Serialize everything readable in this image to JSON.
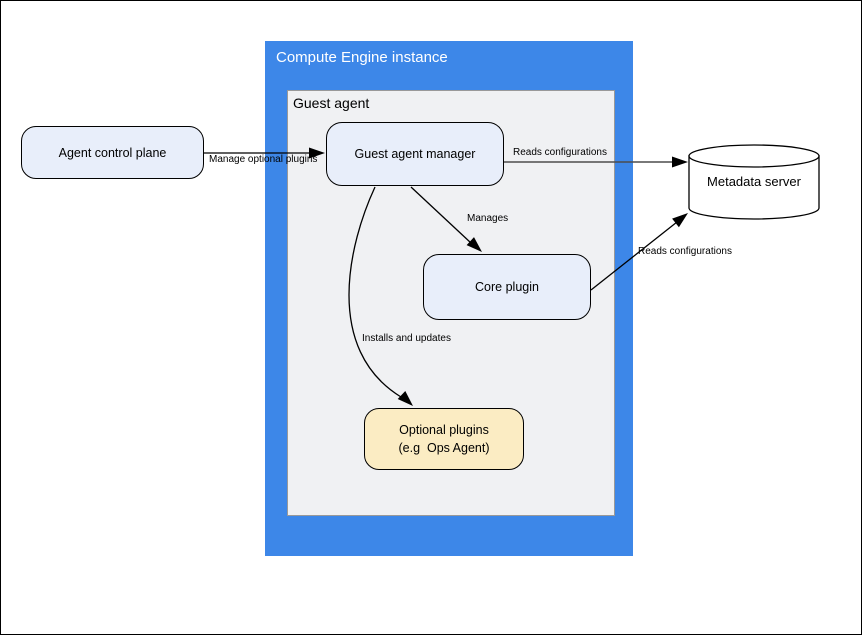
{
  "diagram": {
    "containers": {
      "compute_engine": {
        "label": "Compute Engine instance",
        "fill": "#3d87e8",
        "title_color": "#ffffff"
      },
      "guest_agent": {
        "label": "Guest agent",
        "fill": "#f0f1f3",
        "border": "#999999"
      }
    },
    "nodes": {
      "agent_control_plane": {
        "label": "Agent control plane",
        "fill": "#e8eefa",
        "border": "#000000",
        "shape": "rounded-rect"
      },
      "guest_agent_manager": {
        "label": "Guest agent manager",
        "fill": "#e8eefa",
        "border": "#000000",
        "shape": "rounded-rect"
      },
      "core_plugin": {
        "label": "Core plugin",
        "fill": "#e8eefa",
        "border": "#000000",
        "shape": "rounded-rect"
      },
      "optional_plugins": {
        "label_line1": "Optional plugins",
        "label_line2": "(e.g  Ops Agent)",
        "fill": "#fbecc3",
        "border": "#000000",
        "shape": "rounded-rect"
      },
      "metadata_server": {
        "label": "Metadata server",
        "fill": "#ffffff",
        "border": "#000000",
        "shape": "cylinder"
      }
    },
    "edges": {
      "manage_optional_plugins": {
        "label": "Manage optional plugins",
        "from": "agent_control_plane",
        "to": "guest_agent_manager",
        "line_color": "#000000"
      },
      "reads_configurations_manager": {
        "label": "Reads configurations",
        "from": "guest_agent_manager",
        "to": "metadata_server",
        "line_color": "#4d4d4d"
      },
      "manages": {
        "label": "Manages",
        "from": "guest_agent_manager",
        "to": "core_plugin",
        "line_color": "#000000"
      },
      "installs_and_updates": {
        "label": "Installs and updates",
        "from": "guest_agent_manager",
        "to": "optional_plugins",
        "line_color": "#000000"
      },
      "reads_configurations_core": {
        "label": "Reads configurations",
        "from": "core_plugin",
        "to": "metadata_server",
        "line_color": "#000000"
      }
    }
  }
}
